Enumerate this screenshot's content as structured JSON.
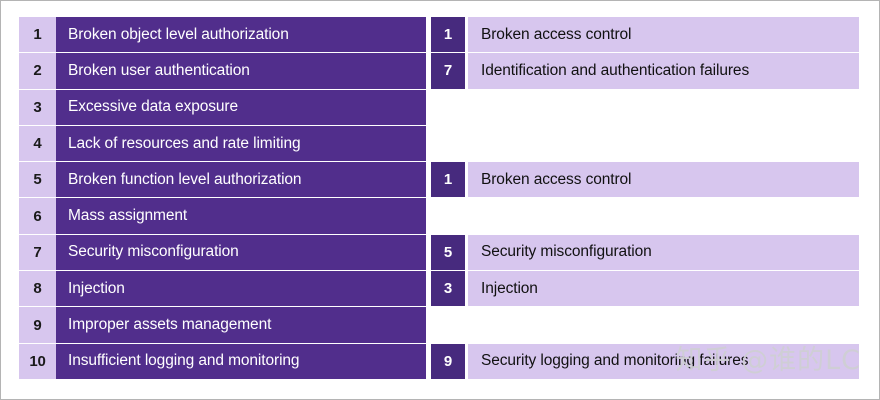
{
  "left_table": {
    "rows": [
      {
        "num": "1",
        "label": "Broken object level authorization"
      },
      {
        "num": "2",
        "label": "Broken user authentication"
      },
      {
        "num": "3",
        "label": "Excessive data exposure"
      },
      {
        "num": "4",
        "label": "Lack of resources and rate limiting"
      },
      {
        "num": "5",
        "label": "Broken function level authorization"
      },
      {
        "num": "6",
        "label": "Mass assignment"
      },
      {
        "num": "7",
        "label": "Security misconfiguration"
      },
      {
        "num": "8",
        "label": "Injection"
      },
      {
        "num": "9",
        "label": "Improper assets management"
      },
      {
        "num": "10",
        "label": "Insufficient logging and monitoring"
      }
    ]
  },
  "right_table": {
    "rows": [
      {
        "num": "1",
        "label": "Broken access control"
      },
      {
        "num": "7",
        "label": "Identification and authentication failures"
      },
      {
        "num": "",
        "label": ""
      },
      {
        "num": "",
        "label": ""
      },
      {
        "num": "1",
        "label": "Broken access control"
      },
      {
        "num": "",
        "label": ""
      },
      {
        "num": "5",
        "label": "Security misconfiguration"
      },
      {
        "num": "3",
        "label": "Injection"
      },
      {
        "num": "",
        "label": ""
      },
      {
        "num": "9",
        "label": "Security logging and monitoring failures"
      }
    ]
  },
  "watermark": {
    "text": "知乎 @谁的LC"
  },
  "colors": {
    "left_label_bg": "#512e8c",
    "left_num_bg": "#d7c6ee",
    "right_num_bg": "#472a7e",
    "right_label_bg": "#d7c6ee",
    "page_bg": "#ffffff",
    "frame_border": "#b4b4b4",
    "watermark": "#cfcfd4"
  }
}
